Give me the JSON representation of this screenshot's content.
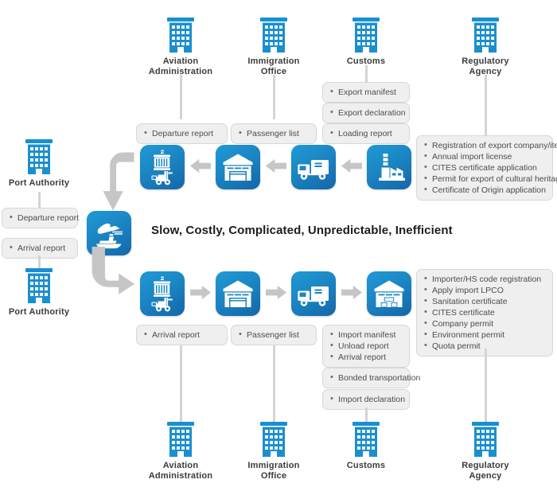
{
  "diagram": {
    "center_statement": "Slow, Costly, Complicated, Unpredictable, Inefficient",
    "colors": {
      "tile_blue": "#1b86c4",
      "tile_blue_dark": "#1466a8",
      "building_blue": "#1a8fd0",
      "arrow_grey": "#c6c6c6",
      "box_fill": "#efefef",
      "box_border": "#d7d7d7",
      "line_grey": "#d4d4d4",
      "text_dark": "#3b3b3b"
    }
  },
  "top_agencies": [
    {
      "name": "aviation-administration",
      "label": "Aviation\nAdministration",
      "line1": "Aviation",
      "line2": "Administration"
    },
    {
      "name": "immigration-office",
      "label": "Immigration\nOffice",
      "line1": "Immigration",
      "line2": "Office"
    },
    {
      "name": "customs",
      "label": "Customs",
      "line1": "Customs",
      "line2": ""
    },
    {
      "name": "regulatory-agency",
      "label": "Regulatory\nAgency",
      "line1": "Regulatory",
      "line2": "Agency"
    }
  ],
  "bottom_agencies": [
    {
      "name": "aviation-administration",
      "line1": "Aviation",
      "line2": "Administration"
    },
    {
      "name": "immigration-office",
      "line1": "Immigration",
      "line2": "Office"
    },
    {
      "name": "customs",
      "line1": "Customs",
      "line2": ""
    },
    {
      "name": "regulatory-agency",
      "line1": "Regulatory",
      "line2": "Agency"
    }
  ],
  "port_authority_top": {
    "label": "Port Authority"
  },
  "port_authority_bottom": {
    "label": "Port Authority"
  },
  "export_docs": {
    "departure_report": [
      "Departure report"
    ],
    "passenger_list": [
      "Passenger list"
    ],
    "customs_manifest": [
      "Export manifest"
    ],
    "customs_declaration": [
      "Export declaration"
    ],
    "customs_loading": [
      "Loading report"
    ],
    "regulatory": [
      "Registration of export company/item",
      "Annual import license",
      "CITES certificate application",
      "Permit for export of cultural heritage",
      "Certificate of Origin application"
    ]
  },
  "port_docs_top": [
    "Departure report"
  ],
  "port_docs_bottom": [
    "Arrival report"
  ],
  "import_docs": {
    "arrival_report": [
      "Arrival report"
    ],
    "passenger_list": [
      "Passenger list"
    ],
    "customs_manifest": [
      "Import manifest",
      "Unload report",
      "Arrival report"
    ],
    "customs_bonded": [
      "Bonded transportation"
    ],
    "customs_declaration": [
      "Import declaration"
    ],
    "regulatory": [
      "Importer/HS code registration",
      "Apply import LPCO",
      "Sanitation certificate",
      "CITES certificate",
      "Company permit",
      "Environment permit",
      "Quota permit"
    ]
  },
  "export_flow": {
    "direction": "right-to-left",
    "tiles": [
      {
        "name": "container-forklift-icon"
      },
      {
        "name": "warehouse-icon"
      },
      {
        "name": "truck-icon"
      },
      {
        "name": "factory-icon"
      }
    ]
  },
  "import_flow": {
    "direction": "left-to-right",
    "tiles": [
      {
        "name": "container-forklift-icon"
      },
      {
        "name": "warehouse-icon"
      },
      {
        "name": "truck-icon"
      },
      {
        "name": "warehouse-storage-icon"
      }
    ]
  },
  "hub_tile": {
    "name": "plane-ship-icon"
  }
}
